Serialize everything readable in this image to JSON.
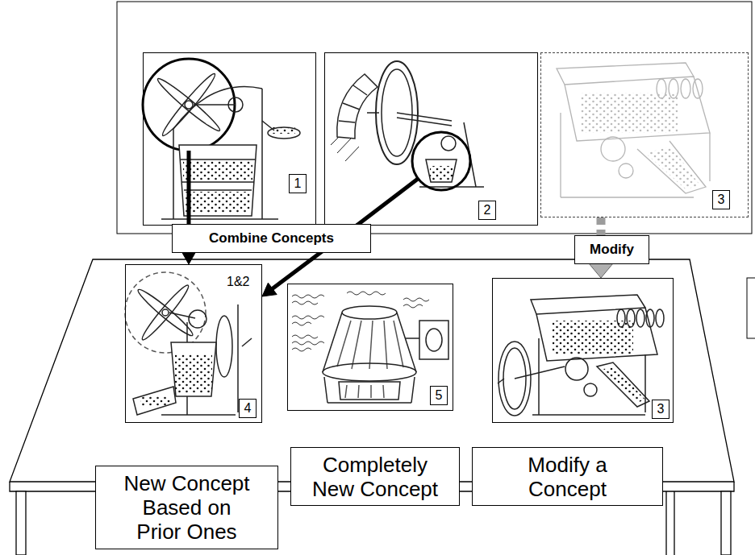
{
  "diagram": {
    "nodes": [
      {
        "text": [
          "1"
        ]
      },
      {
        "text": [
          "2"
        ]
      },
      {
        "text": [
          "3"
        ]
      },
      {
        "text": [
          "Combine Concepts"
        ]
      },
      {
        "text": [
          "Modify"
        ]
      },
      {
        "text": [
          "1&2",
          "4"
        ]
      },
      {
        "text": [
          "5"
        ]
      },
      {
        "text": [
          "3"
        ]
      },
      {
        "text": [
          "New Concept Based on Prior Ones"
        ]
      },
      {
        "text": [
          "Completely New Concept"
        ]
      },
      {
        "text": [
          "Modify a Concept"
        ]
      }
    ],
    "edges": [
      {
        "from": 0,
        "to": 5,
        "arrow": "to"
      },
      {
        "from": 1,
        "to": 5,
        "arrow": "to"
      },
      {
        "from": 2,
        "to": 7,
        "arrow": "to"
      }
    ]
  }
}
